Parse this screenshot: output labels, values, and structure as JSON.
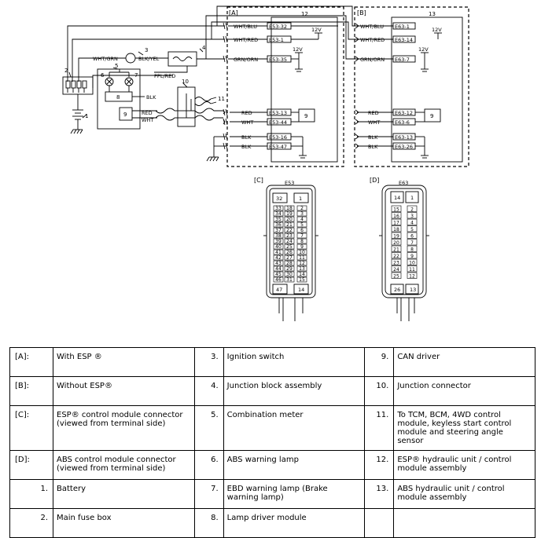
{
  "diagram": {
    "section_a": "[A]",
    "section_b": "[B]",
    "section_c": "[C]",
    "section_d": "[D]",
    "unit_a": "12",
    "unit_b": "13",
    "callouts": {
      "n1": "1",
      "n2": "2",
      "n3": "3",
      "n4": "4",
      "n5": "5",
      "n6": "6",
      "n7": "7",
      "n8": "8",
      "n9a": "9",
      "n9b": "9",
      "n10": "10",
      "n11": "11"
    },
    "wires_top": [
      "WHT/BLU",
      "WHT/RED",
      "GRN/ORN"
    ],
    "wires_left": {
      "wht_grn": "WHT/GRN",
      "blk_yel": "BLK/YEL",
      "ppl_red": "PPL/RED",
      "blk": "BLK",
      "red": "RED",
      "wht": "WHT"
    },
    "wires_a": [
      "WHT/BLU",
      "WHT/RED",
      "GRN/ORN",
      "RED",
      "WHT",
      "BLK",
      "BLK"
    ],
    "terminals_a": [
      "E53-32",
      "E53-1",
      "E53-35",
      "E53-13",
      "E53-44",
      "E53-16",
      "E53-47"
    ],
    "wires_b": [
      "WHT/BLU",
      "WHT/RED",
      "GRN/ORN",
      "RED",
      "WHT",
      "BLK",
      "BLK"
    ],
    "terminals_b": [
      "E63-1",
      "E63-14",
      "E63-7",
      "E63-12",
      "E63-6",
      "E63-13",
      "E63-26"
    ],
    "voltage": "12V",
    "connector_c": {
      "name": "E53",
      "top": [
        "32",
        "1"
      ],
      "left_col": [
        "33",
        "34",
        "35",
        "36",
        "37",
        "38",
        "39",
        "40",
        "41",
        "42",
        "43",
        "44",
        "45",
        "46"
      ],
      "mid_col": [
        "18",
        "19",
        "20",
        "21",
        "22",
        "23",
        "24",
        "25",
        "26",
        "27",
        "28",
        "29",
        "30",
        "31"
      ],
      "right_col": [
        "2",
        "3",
        "4",
        "5",
        "6",
        "7",
        "8",
        "9",
        "10",
        "11",
        "12",
        "13",
        "14",
        "15"
      ],
      "bottom": [
        "47",
        "14"
      ]
    },
    "connector_d": {
      "name": "E63",
      "top": [
        "14",
        "1"
      ],
      "left_col": [
        "15",
        "16",
        "17",
        "18",
        "19",
        "20",
        "21",
        "22",
        "23",
        "24",
        "25"
      ],
      "right_col": [
        "2",
        "3",
        "4",
        "5",
        "6",
        "7",
        "8",
        "9",
        "10",
        "11",
        "12"
      ],
      "bottom": [
        "26",
        "13"
      ]
    }
  },
  "legend": [
    [
      {
        "k": "[A]:",
        "v": "With ESP ®"
      },
      {
        "k": "3.",
        "v": "Ignition switch"
      },
      {
        "k": "9.",
        "v": "CAN driver"
      }
    ],
    [
      {
        "k": "[B]:",
        "v": "Without ESP®"
      },
      {
        "k": "4.",
        "v": "Junction block assembly"
      },
      {
        "k": "10.",
        "v": "Junction connector"
      }
    ],
    [
      {
        "k": "[C]:",
        "v": "ESP® control module connector (viewed from terminal side)"
      },
      {
        "k": "5.",
        "v": "Combination meter"
      },
      {
        "k": "11.",
        "v": "To TCM, BCM, 4WD control module, keyless start control module and steering angle sensor"
      }
    ],
    [
      {
        "k": "[D]:",
        "v": "ABS control module connector (viewed from terminal side)"
      },
      {
        "k": "6.",
        "v": "ABS warning lamp"
      },
      {
        "k": "12.",
        "v": "ESP® hydraulic unit / control module assembly"
      }
    ],
    [
      {
        "k": "1.",
        "v": "Battery"
      },
      {
        "k": "7.",
        "v": "EBD warning lamp (Brake warning lamp)"
      },
      {
        "k": "13.",
        "v": "ABS hydraulic unit / control module assembly"
      }
    ],
    [
      {
        "k": "2.",
        "v": "Main fuse box"
      },
      {
        "k": "8.",
        "v": "Lamp driver module"
      },
      {
        "k": "",
        "v": ""
      }
    ]
  ]
}
